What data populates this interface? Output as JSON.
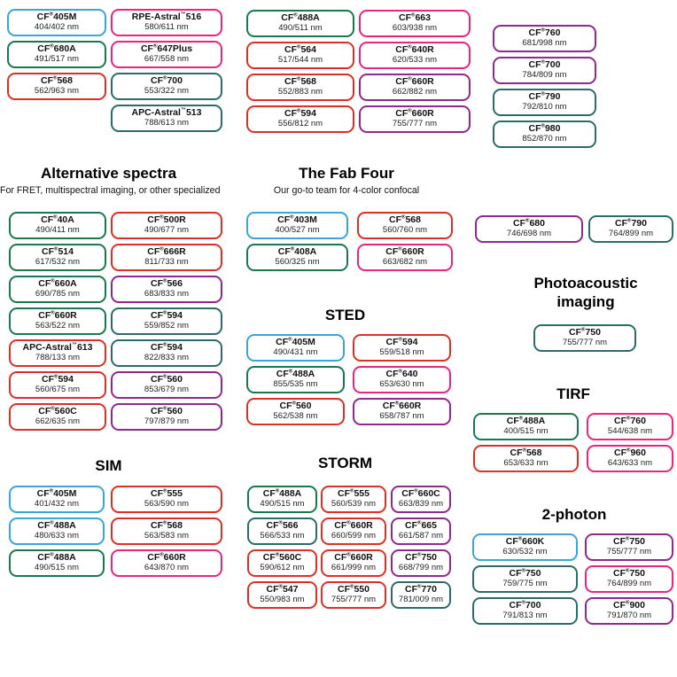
{
  "palette": {
    "blue": "#39A5DC",
    "green": "#177A4E",
    "teal": "#2B6C6A",
    "red": "#DC3027",
    "pink": "#E9257E",
    "purple": "#8E2A8D",
    "text": "#1a1a1a",
    "background": "#ffffff"
  },
  "sections": {
    "alternative_spectra": {
      "title": "Alternative spectra",
      "subtitle": "For FRET, multispectral imaging, or other specialized"
    },
    "fab_four": {
      "title": "The Fab Four",
      "subtitle": "Our go-to team for 4-color confocal"
    },
    "sted": {
      "title": "STED"
    },
    "sim": {
      "title": "SIM"
    },
    "storm": {
      "title": "STORM"
    },
    "photoacoustic": {
      "title": "Photoacoustic imaging"
    },
    "tirf": {
      "title": "TIRF"
    },
    "two_photon": {
      "title": "2-photon"
    }
  },
  "groups": {
    "top1": [
      {
        "label": "CF®405M",
        "value": "404/402 nm",
        "color": "blue"
      },
      {
        "label": "CF®680A",
        "value": "491/517 nm",
        "color": "green"
      },
      {
        "label": "CF®568",
        "value": "562/963 nm",
        "color": "red"
      }
    ],
    "top2": [
      {
        "label": "RPE-Astral™516",
        "value": "580/611 nm",
        "color": "pink"
      },
      {
        "label": "CF®647Plus",
        "value": "667/558 nm",
        "color": "pink"
      },
      {
        "label": "CF®700",
        "value": "553/322 nm",
        "color": "teal"
      },
      {
        "label": "APC-Astral™513",
        "value": "788/613 nm",
        "color": "teal"
      }
    ],
    "top3": [
      {
        "label": "CF®488A",
        "value": "490/511 nm",
        "color": "green"
      },
      {
        "label": "CF®564",
        "value": "517/544 nm",
        "color": "red"
      },
      {
        "label": "CF®568",
        "value": "552/883 nm",
        "color": "red"
      },
      {
        "label": "CF®594",
        "value": "556/812 nm",
        "color": "red"
      }
    ],
    "top4": [
      {
        "label": "CF®663",
        "value": "603/938 nm",
        "color": "pink"
      },
      {
        "label": "CF®640R",
        "value": "620/533 nm",
        "color": "pink"
      },
      {
        "label": "CF®660R",
        "value": "662/882 nm",
        "color": "purple"
      },
      {
        "label": "CF®660R",
        "value": "755/777 nm",
        "color": "purple"
      }
    ],
    "top5": [
      {
        "label": "CF®760",
        "value": "681/998 nm",
        "color": "purple"
      },
      {
        "label": "CF®700",
        "value": "784/809 nm",
        "color": "purple"
      },
      {
        "label": "CF®790",
        "value": "792/810 nm",
        "color": "teal"
      },
      {
        "label": "CF®980",
        "value": "852/870 nm",
        "color": "teal"
      }
    ],
    "alt1": [
      {
        "label": "CF®40A",
        "value": "490/411 nm",
        "color": "green"
      },
      {
        "label": "CF®514",
        "value": "617/532 nm",
        "color": "green"
      },
      {
        "label": "CF®660A",
        "value": "690/785 nm",
        "color": "green"
      },
      {
        "label": "CF®660R",
        "value": "563/522 nm",
        "color": "green"
      },
      {
        "label": "APC-Astral™613",
        "value": "788/133 nm",
        "color": "red"
      },
      {
        "label": "CF®594",
        "value": "560/675 nm",
        "color": "red"
      },
      {
        "label": "CF®560C",
        "value": "662/635 nm",
        "color": "red"
      }
    ],
    "alt2": [
      {
        "label": "CF®500R",
        "value": "490/677 nm",
        "color": "red"
      },
      {
        "label": "CF®666R",
        "value": "811/733 nm",
        "color": "red"
      },
      {
        "label": "CF®566",
        "value": "683/833 nm",
        "color": "purple"
      },
      {
        "label": "CF®594",
        "value": "559/852 nm",
        "color": "teal"
      },
      {
        "label": "CF®594",
        "value": "822/833 nm",
        "color": "teal"
      },
      {
        "label": "CF®560",
        "value": "853/679 nm",
        "color": "purple"
      },
      {
        "label": "CF®560",
        "value": "797/879 nm",
        "color": "purple"
      }
    ],
    "fab1": [
      {
        "label": "CF®403M",
        "value": "400/527 nm",
        "color": "blue"
      },
      {
        "label": "CF®408A",
        "value": "560/325 nm",
        "color": "green"
      }
    ],
    "fab2": [
      {
        "label": "CF®568",
        "value": "560/760 nm",
        "color": "red"
      },
      {
        "label": "CF®660R",
        "value": "663/682 nm",
        "color": "pink"
      }
    ],
    "sted1": [
      {
        "label": "CF®405M",
        "value": "490/431 nm",
        "color": "blue"
      },
      {
        "label": "CF®488A",
        "value": "855/535 nm",
        "color": "green"
      },
      {
        "label": "CF®560",
        "value": "562/538 nm",
        "color": "red"
      }
    ],
    "sted2": [
      {
        "label": "CF®594",
        "value": "559/518 nm",
        "color": "red"
      },
      {
        "label": "CF®640",
        "value": "653/630 nm",
        "color": "pink"
      },
      {
        "label": "CF®660R",
        "value": "658/787 nm",
        "color": "purple"
      }
    ],
    "sim1": [
      {
        "label": "CF®405M",
        "value": "401/432 nm",
        "color": "blue"
      },
      {
        "label": "CF®488A",
        "value": "480/633 nm",
        "color": "blue"
      },
      {
        "label": "CF®488A",
        "value": "490/515 nm",
        "color": "green"
      }
    ],
    "sim2": [
      {
        "label": "CF®555",
        "value": "563/590 nm",
        "color": "red"
      },
      {
        "label": "CF®568",
        "value": "563/583 nm",
        "color": "red"
      },
      {
        "label": "CF®660R",
        "value": "643/870 nm",
        "color": "pink"
      }
    ],
    "storm1": [
      {
        "label": "CF®488A",
        "value": "490/515 nm",
        "color": "green"
      },
      {
        "label": "CF®566",
        "value": "566/533 nm",
        "color": "teal"
      },
      {
        "label": "CF®560C",
        "value": "590/612 nm",
        "color": "red"
      },
      {
        "label": "CF®547",
        "value": "550/983 nm",
        "color": "red"
      }
    ],
    "storm2": [
      {
        "label": "CF®555",
        "value": "560/539 nm",
        "color": "red"
      },
      {
        "label": "CF®660R",
        "value": "660/599 nm",
        "color": "red"
      },
      {
        "label": "CF®660R",
        "value": "661/999 nm",
        "color": "red"
      },
      {
        "label": "CF®550",
        "value": "755/777 nm",
        "color": "red"
      }
    ],
    "storm3": [
      {
        "label": "CF®660C",
        "value": "663/839 nm",
        "color": "purple"
      },
      {
        "label": "CF®665",
        "value": "661/587 nm",
        "color": "purple"
      },
      {
        "label": "CF®750",
        "value": "668/799 nm",
        "color": "purple"
      },
      {
        "label": "CF®770",
        "value": "781/009 nm",
        "color": "teal"
      }
    ],
    "mid1": [
      {
        "label": "CF®680",
        "value": "746/698 nm",
        "color": "purple"
      }
    ],
    "mid2": [
      {
        "label": "CF®790",
        "value": "764/899 nm",
        "color": "teal"
      }
    ],
    "photo": [
      {
        "label": "CF®750",
        "value": "755/777 nm",
        "color": "teal"
      }
    ],
    "tirf1": [
      {
        "label": "CF®488A",
        "value": "400/515 nm",
        "color": "green"
      },
      {
        "label": "CF®568",
        "value": "653/633 nm",
        "color": "red"
      }
    ],
    "tirf2": [
      {
        "label": "CF®760",
        "value": "544/638 nm",
        "color": "pink"
      },
      {
        "label": "CF®960",
        "value": "643/633 nm",
        "color": "pink"
      }
    ],
    "twop1": [
      {
        "label": "CF®660K",
        "value": "630/532 nm",
        "color": "blue"
      },
      {
        "label": "CF®750",
        "value": "759/775 nm",
        "color": "teal"
      },
      {
        "label": "CF®700",
        "value": "791/813 nm",
        "color": "teal"
      }
    ],
    "twop2": [
      {
        "label": "CF®750",
        "value": "755/777 nm",
        "color": "purple"
      },
      {
        "label": "CF®750",
        "value": "764/899 nm",
        "color": "pink"
      },
      {
        "label": "CF®900",
        "value": "791/870 nm",
        "color": "purple"
      }
    ]
  }
}
